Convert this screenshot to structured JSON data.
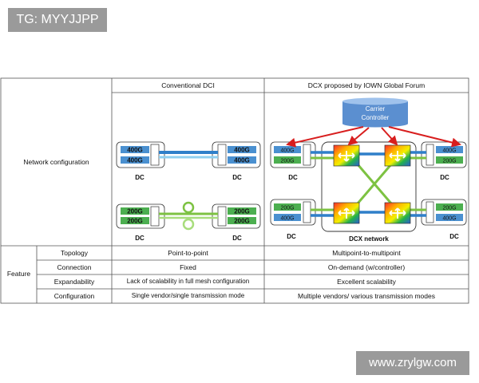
{
  "watermark_top": "TG: MYYJJPP",
  "watermark_bottom": "www.zrylgw.com",
  "table": {
    "col_conventional": "Conventional DCI",
    "col_dcx": "DCX proposed by IOWN Global Forum",
    "row_network": "Network configuration",
    "row_feature": "Feature",
    "features": [
      {
        "name": "Topology",
        "conventional": "Point-to-point",
        "dcx": "Multipoint-to-multipoint"
      },
      {
        "name": "Connection",
        "conventional": "Fixed",
        "dcx": "On-demand (w/controller)"
      },
      {
        "name": "Expandability",
        "conventional": "Lack of scalability in full mesh configuration",
        "dcx": "Excellent scalability"
      },
      {
        "name": "Configuration",
        "conventional": "Single vendor/single transmission mode",
        "dcx": "Multiple vendors/ various transmission modes"
      }
    ]
  },
  "diagram": {
    "dc_label": "DC",
    "dcx_network_label": "DCX network",
    "controller_line1": "Carrier",
    "controller_line2": "Controller",
    "t400": "400G",
    "t200": "200G",
    "colors": {
      "blue_transceiver": "#4a90d0",
      "green_transceiver": "#4caf50",
      "blue_fiber": "#2f7fc9",
      "light_fiber": "#8fd0f0",
      "green_fiber": "#7dc242",
      "control_arrow": "#d81e1e",
      "controller": "#5b8fd0"
    }
  }
}
